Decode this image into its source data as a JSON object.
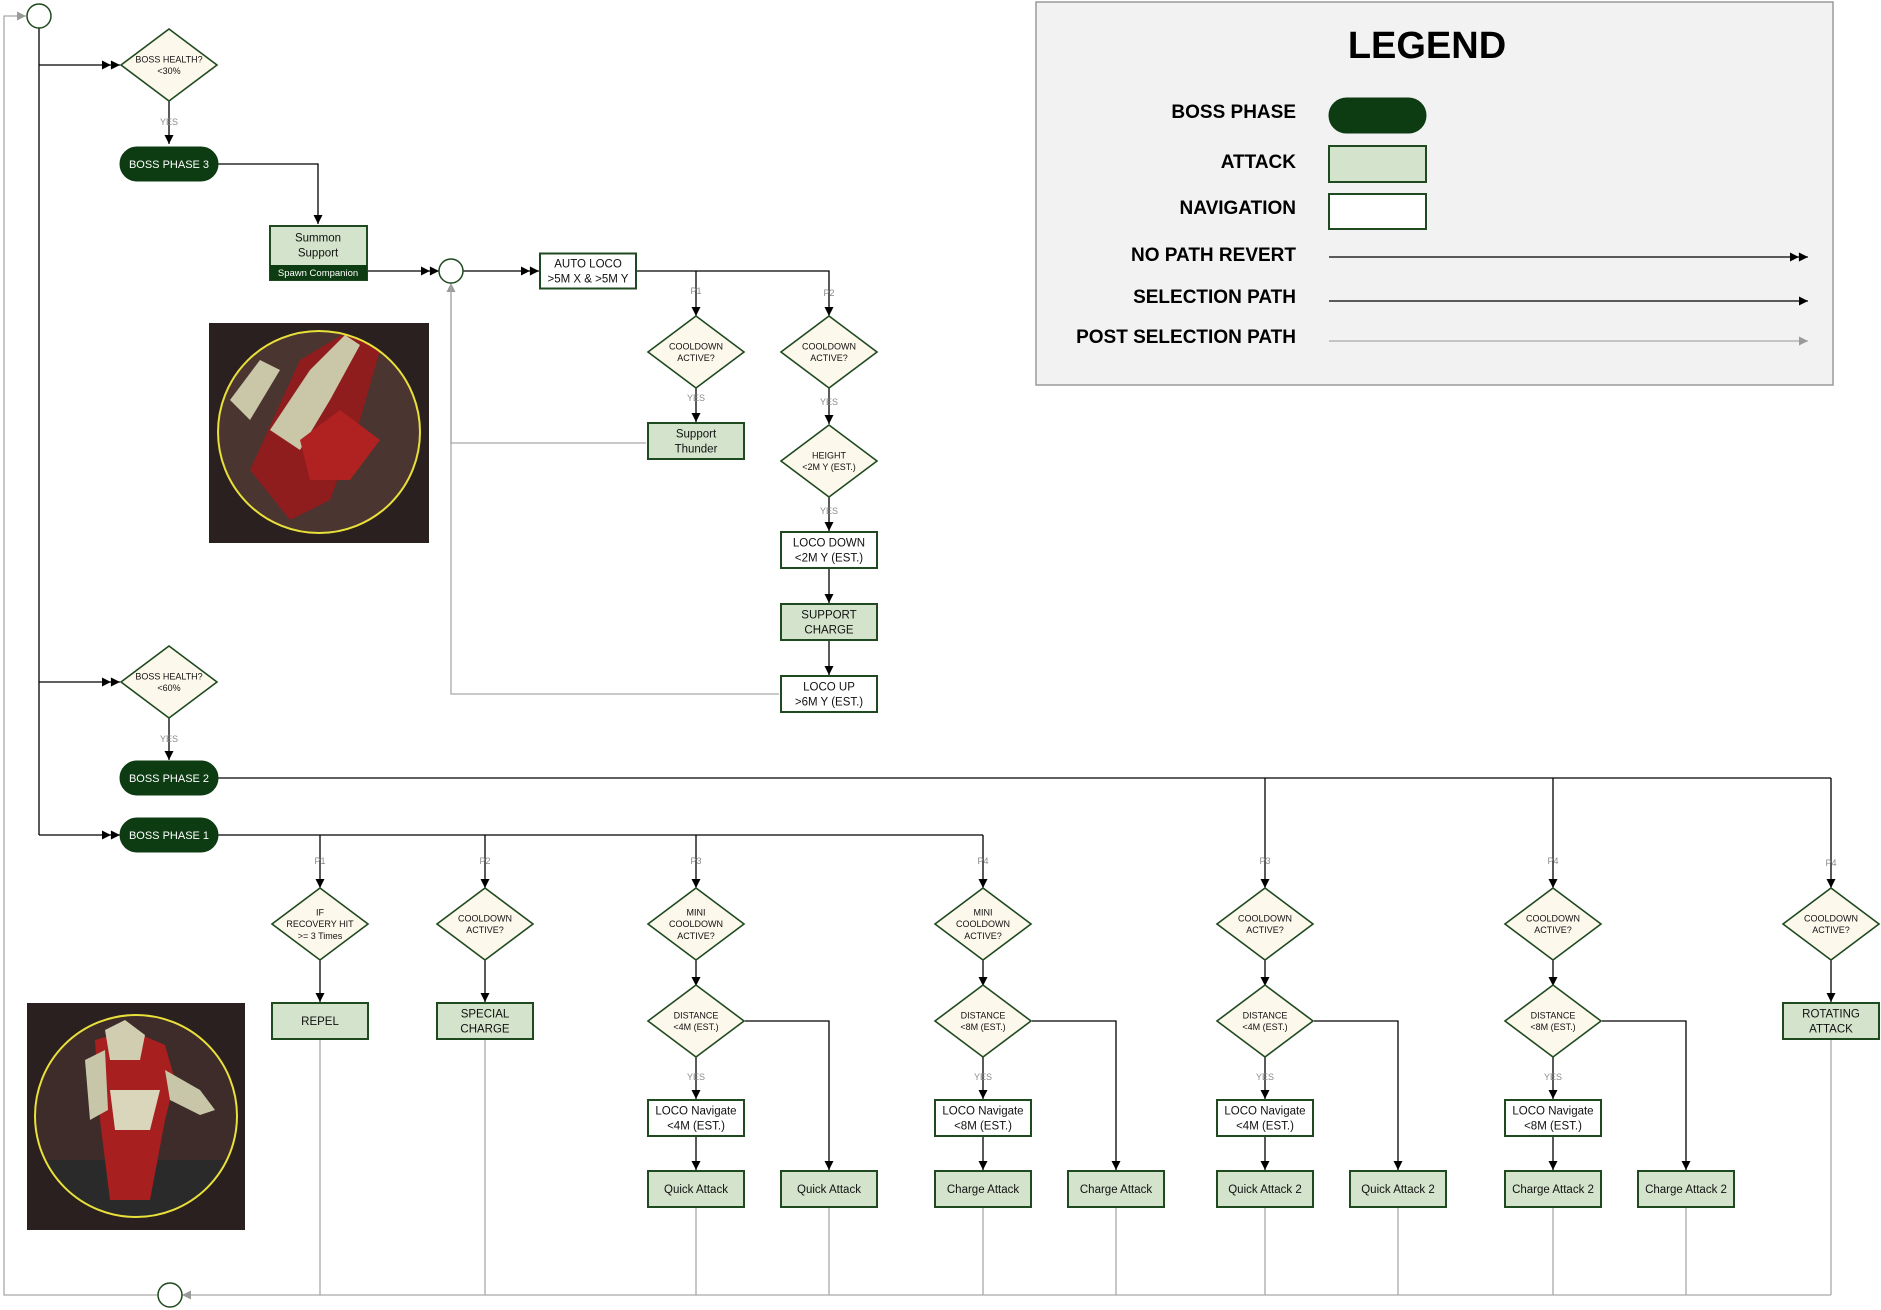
{
  "legend": {
    "title": "LEGEND",
    "boss_phase": "BOSS PHASE",
    "attack": "ATTACK",
    "navigation": "NAVIGATION",
    "no_path_revert": "NO PATH REVERT",
    "selection_path": "SELECTION PATH",
    "post_selection_path": "POST SELECTION PATH"
  },
  "colors": {
    "phase_fill": "#0d3b12",
    "attack_fill": "#d4e4cc",
    "attack_stroke": "#1f4a1f",
    "nav_stroke": "#1f4a1f",
    "decision_fill": "#fdf8ec",
    "line": "#000000",
    "post_line": "#a9a9a9",
    "portrait_ring": "#e9e03a"
  },
  "nodes": {
    "health30": [
      "BOSS HEALTH?",
      "<30%"
    ],
    "health60": [
      "BOSS HEALTH?",
      "<60%"
    ],
    "phase3": "BOSS PHASE 3",
    "phase2": "BOSS PHASE 2",
    "phase1": "BOSS PHASE 1",
    "summon": [
      "Summon",
      "Support"
    ],
    "summon_footer": "Spawn Companion",
    "auto_loco": [
      "AUTO LOCO",
      ">5M X & >5M Y"
    ],
    "cooldown": [
      "COOLDOWN",
      "ACTIVE?"
    ],
    "support_thunder": [
      "Support",
      "Thunder"
    ],
    "height": [
      "HEIGHT",
      "<2M Y (EST.)"
    ],
    "loco_down": [
      "LOCO DOWN",
      "<2M Y (EST.)"
    ],
    "support_charge": [
      "SUPPORT",
      "CHARGE"
    ],
    "loco_up": [
      "LOCO UP",
      ">6M Y (EST.)"
    ],
    "recovery": [
      "IF",
      "RECOVERY HIT",
      ">= 3 Times"
    ],
    "mini_cooldown": [
      "MINI",
      "COOLDOWN",
      "ACTIVE?"
    ],
    "repel": "REPEL",
    "special_charge": [
      "SPECIAL",
      "CHARGE"
    ],
    "distance4": [
      "DISTANCE",
      "<4M (EST.)"
    ],
    "distance8": [
      "DISTANCE",
      "<8M (EST.)"
    ],
    "loco_nav4": [
      "LOCO Navigate",
      "<4M (EST.)"
    ],
    "loco_nav8": [
      "LOCO Navigate",
      "<8M (EST.)"
    ],
    "quick_attack": "Quick Attack",
    "charge_attack": "Charge Attack",
    "quick_attack2": "Quick Attack 2",
    "charge_attack2": "Charge Attack 2",
    "rotating": [
      "ROTATING",
      "ATTACK"
    ]
  },
  "edge_labels": {
    "yes": "YES",
    "p1": "P1",
    "p2": "P2",
    "p3": "P3",
    "p4": "P4"
  }
}
